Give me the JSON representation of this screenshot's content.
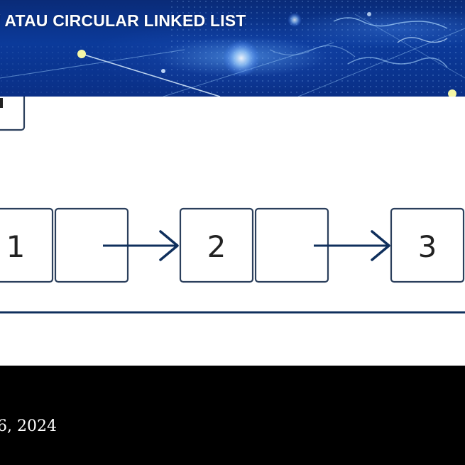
{
  "banner": {
    "title": "ATAU CIRCULAR LINKED LIST",
    "title_prefix_glyph": "/"
  },
  "diagram": {
    "nodes": [
      {
        "value": "1"
      },
      {
        "value": "2"
      },
      {
        "value": "3"
      }
    ],
    "colors": {
      "box_stroke": "#2b3f5c",
      "arrow": "#0f2f5c",
      "line": "#0f2f5c"
    }
  },
  "footer": {
    "date_fragment": "6, 2024"
  },
  "colors": {
    "banner_base": "#0b3a9a",
    "page_bg": "#000000",
    "diagram_bg": "#ffffff"
  }
}
